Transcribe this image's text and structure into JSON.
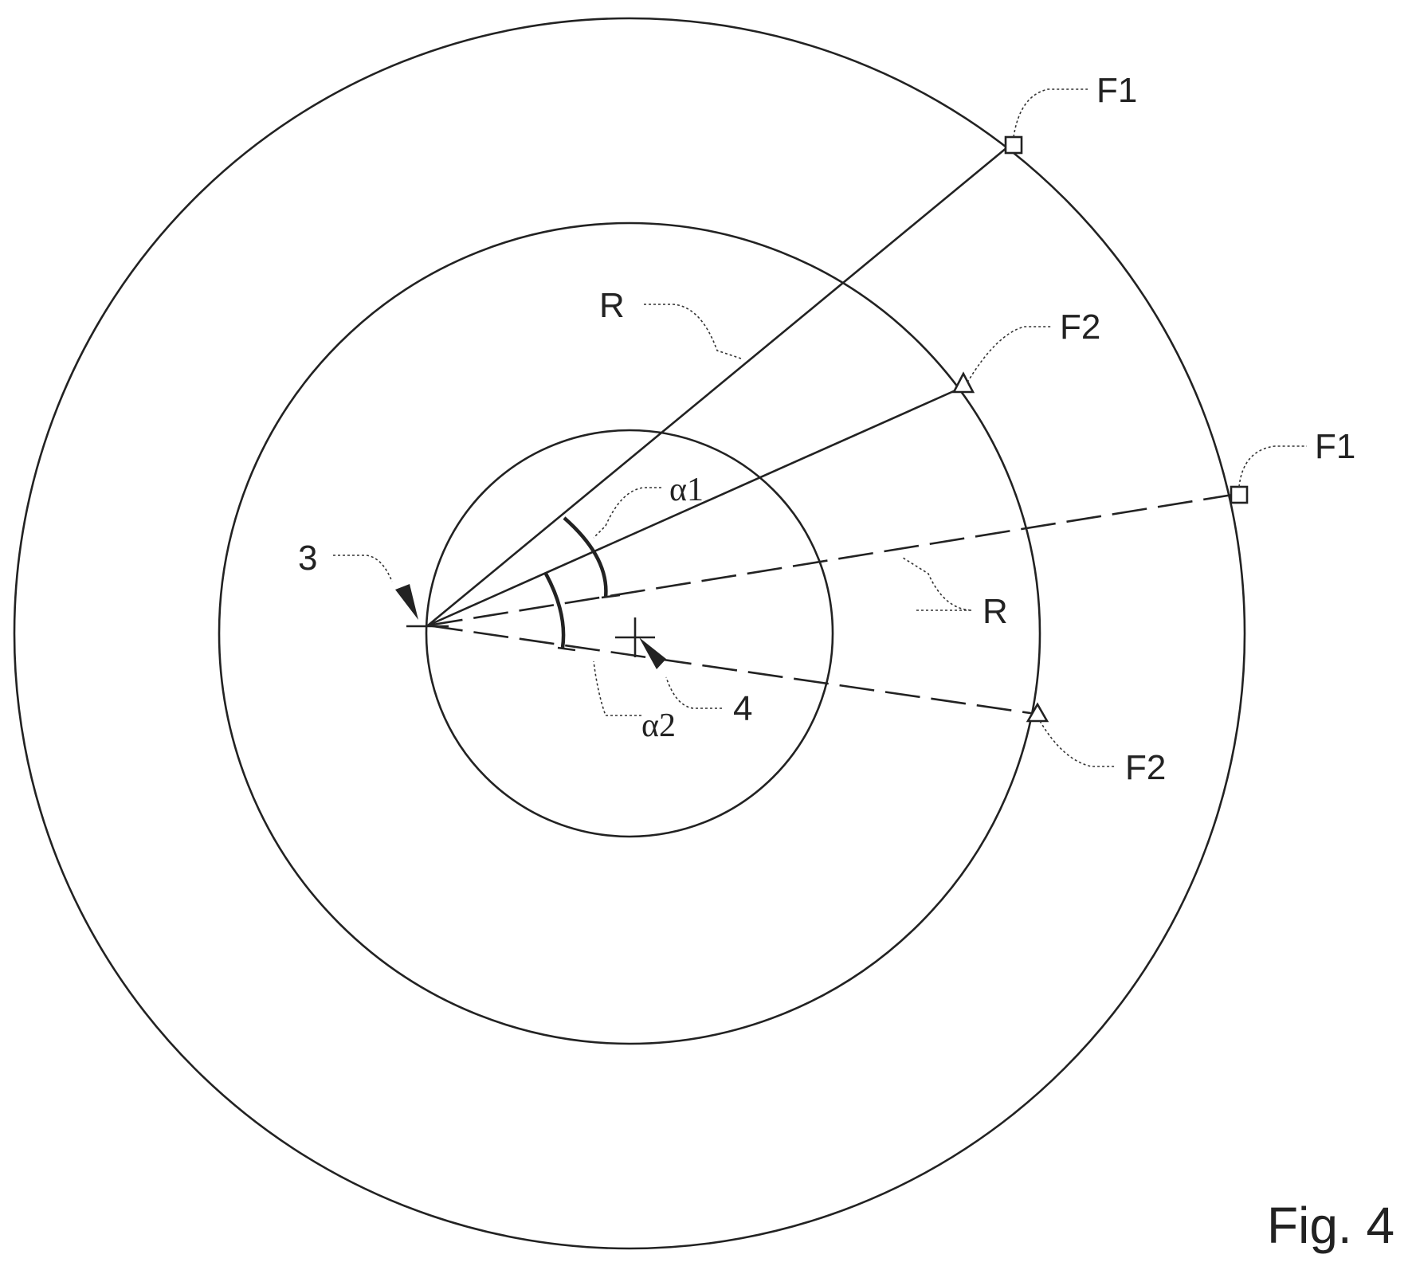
{
  "labels": {
    "f1_top": "F1",
    "f1_right": "F1",
    "f2_top": "F2",
    "f2_bottom": "F2",
    "r_top": "R",
    "r_bottom": "R",
    "alpha1": "α1",
    "alpha2": "α2",
    "ref3": "3",
    "ref4": "4",
    "figure": "Fig. 4"
  },
  "colors": {
    "line": "#222222",
    "background": "#ffffff"
  }
}
